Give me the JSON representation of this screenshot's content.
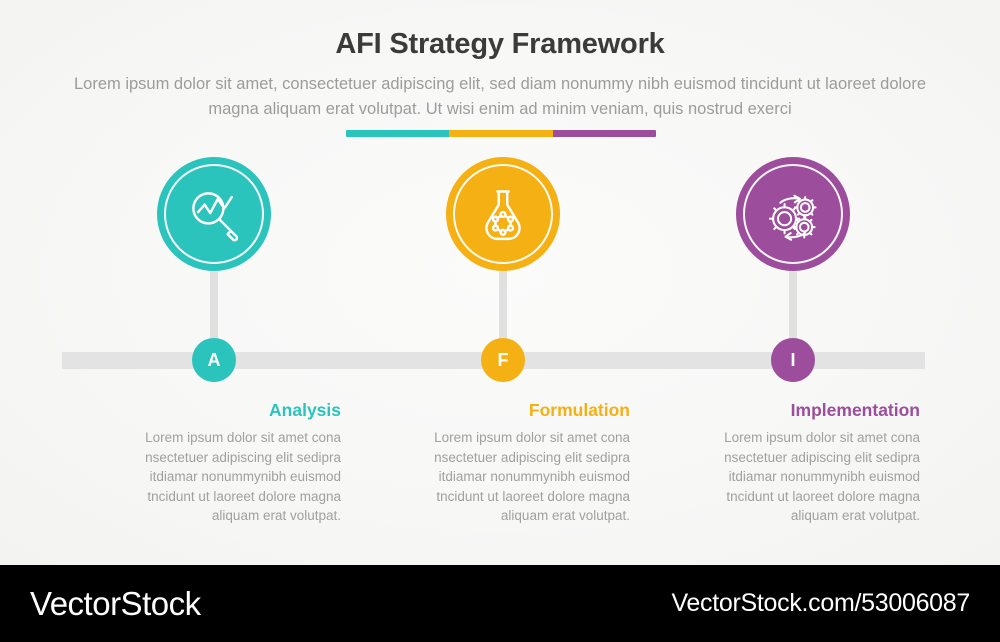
{
  "header": {
    "title": "AFI Strategy Framework",
    "subtitle": "Lorem ipsum dolor sit amet, consectetuer adipiscing elit, sed diam nonummy nibh euismod tincidunt ut laoreet dolore magna aliquam erat volutpat. Ut wisi enim ad minim veniam, quis nostrud exerci"
  },
  "colors": {
    "teal": "#2bc4bd",
    "amber": "#f5b014",
    "purple": "#9c4d9c",
    "bar_gray": "#e3e3e3",
    "stem_gray": "#e0e0e0",
    "title_gray": "#3b3b3b",
    "body_gray": "#a0a0a0"
  },
  "divider": {
    "segments": [
      "#2bc4bd",
      "#f5b014",
      "#9c4d9c"
    ]
  },
  "stages": [
    {
      "letter": "A",
      "heading": "Analysis",
      "body": "Lorem ipsum dolor sit amet cona nsectetuer adipiscing elit sedipra itdiamar nonummynibh euismod tncidunt ut laoreet dolore magna aliquam erat volutpat.",
      "color": "#2bc4bd",
      "icon": "magnifier-chart-icon"
    },
    {
      "letter": "F",
      "heading": "Formulation",
      "body": "Lorem ipsum dolor sit amet cona nsectetuer adipiscing elit sedipra itdiamar nonummynibh euismod tncidunt ut laoreet dolore magna aliquam erat volutpat.",
      "color": "#f5b014",
      "icon": "flask-molecule-icon"
    },
    {
      "letter": "I",
      "heading": "Implementation",
      "body": "Lorem ipsum dolor sit amet cona nsectetuer adipiscing elit sedipra itdiamar nonummynibh euismod tncidunt ut laoreet dolore magna aliquam erat volutpat.",
      "color": "#9c4d9c",
      "icon": "gears-cycle-icon"
    }
  ],
  "footer": {
    "brand": "VectorStock",
    "url": "VectorStock.com/53006087"
  }
}
